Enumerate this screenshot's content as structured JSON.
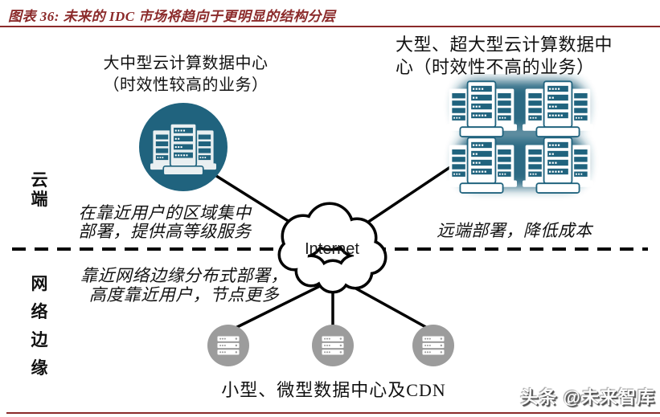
{
  "title": "图表 36: 未来的 IDC 市场将趋向于更明显的结构分层",
  "watermark": "头条 @未来智库",
  "colors": {
    "maroon": "#8b2a2a",
    "teal": "#20637e",
    "gray": "#9c9c9c",
    "line": "#000000"
  },
  "zones": {
    "cloud": "云端",
    "edge": "网络边缘"
  },
  "nodes": {
    "internet": "Internet",
    "regional_dc": {
      "line1": "大中型云计算数据中心",
      "line2": "（时效性较高的业务）"
    },
    "hyperscale_dc": {
      "line1": "大型、超大型云计算数据中",
      "line2": "心（时效性不高的业务）"
    },
    "edge_dc": "小型、微型数据中心及CDN"
  },
  "annotations": {
    "regional": {
      "line1": "在靠近用户的区域集中",
      "line2": "部署，提供高等级服务"
    },
    "remote": "远端部署，降低成本",
    "edge": {
      "line1": "靠近网络边缘分布式部署，",
      "line2": "高度靠近用户，节点更多"
    }
  }
}
